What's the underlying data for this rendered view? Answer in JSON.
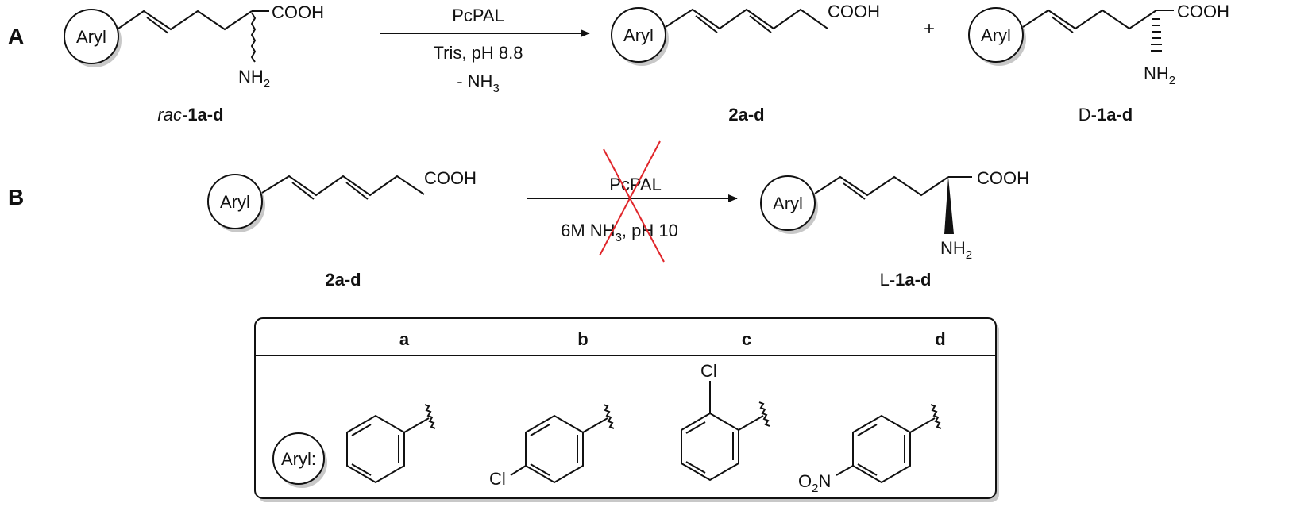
{
  "panels": {
    "a_label": "A",
    "b_label": "B"
  },
  "aryl_badge": "Aryl",
  "aryl_key_label": "Aryl:",
  "groups": {
    "cooh": "COOH",
    "nh": "NH",
    "sub_2": "2"
  },
  "compounds": {
    "rac_prefix": "rac-",
    "compound_1ad": "1a-d",
    "compound_2ad": "2a-d",
    "d_prefix": "D-",
    "l_prefix": "L-"
  },
  "reaction_a": {
    "enzyme": "PcPAL",
    "conditions": "Tris, pH 8.8",
    "byproduct_prefix": "- NH",
    "byproduct_sub": "3"
  },
  "plus_sign": "+",
  "reaction_b": {
    "enzyme": "PcPAL",
    "conditions_pre": "6M NH",
    "conditions_sub": "3",
    "conditions_post": ", pH 10"
  },
  "cross_color": "#e0262b",
  "table": {
    "headers": [
      "a",
      "b",
      "c",
      "d"
    ],
    "substituents": {
      "b_para": "Cl",
      "c_ortho": "Cl",
      "d_o": "O",
      "d_sub": "2",
      "d_n": "N"
    }
  }
}
